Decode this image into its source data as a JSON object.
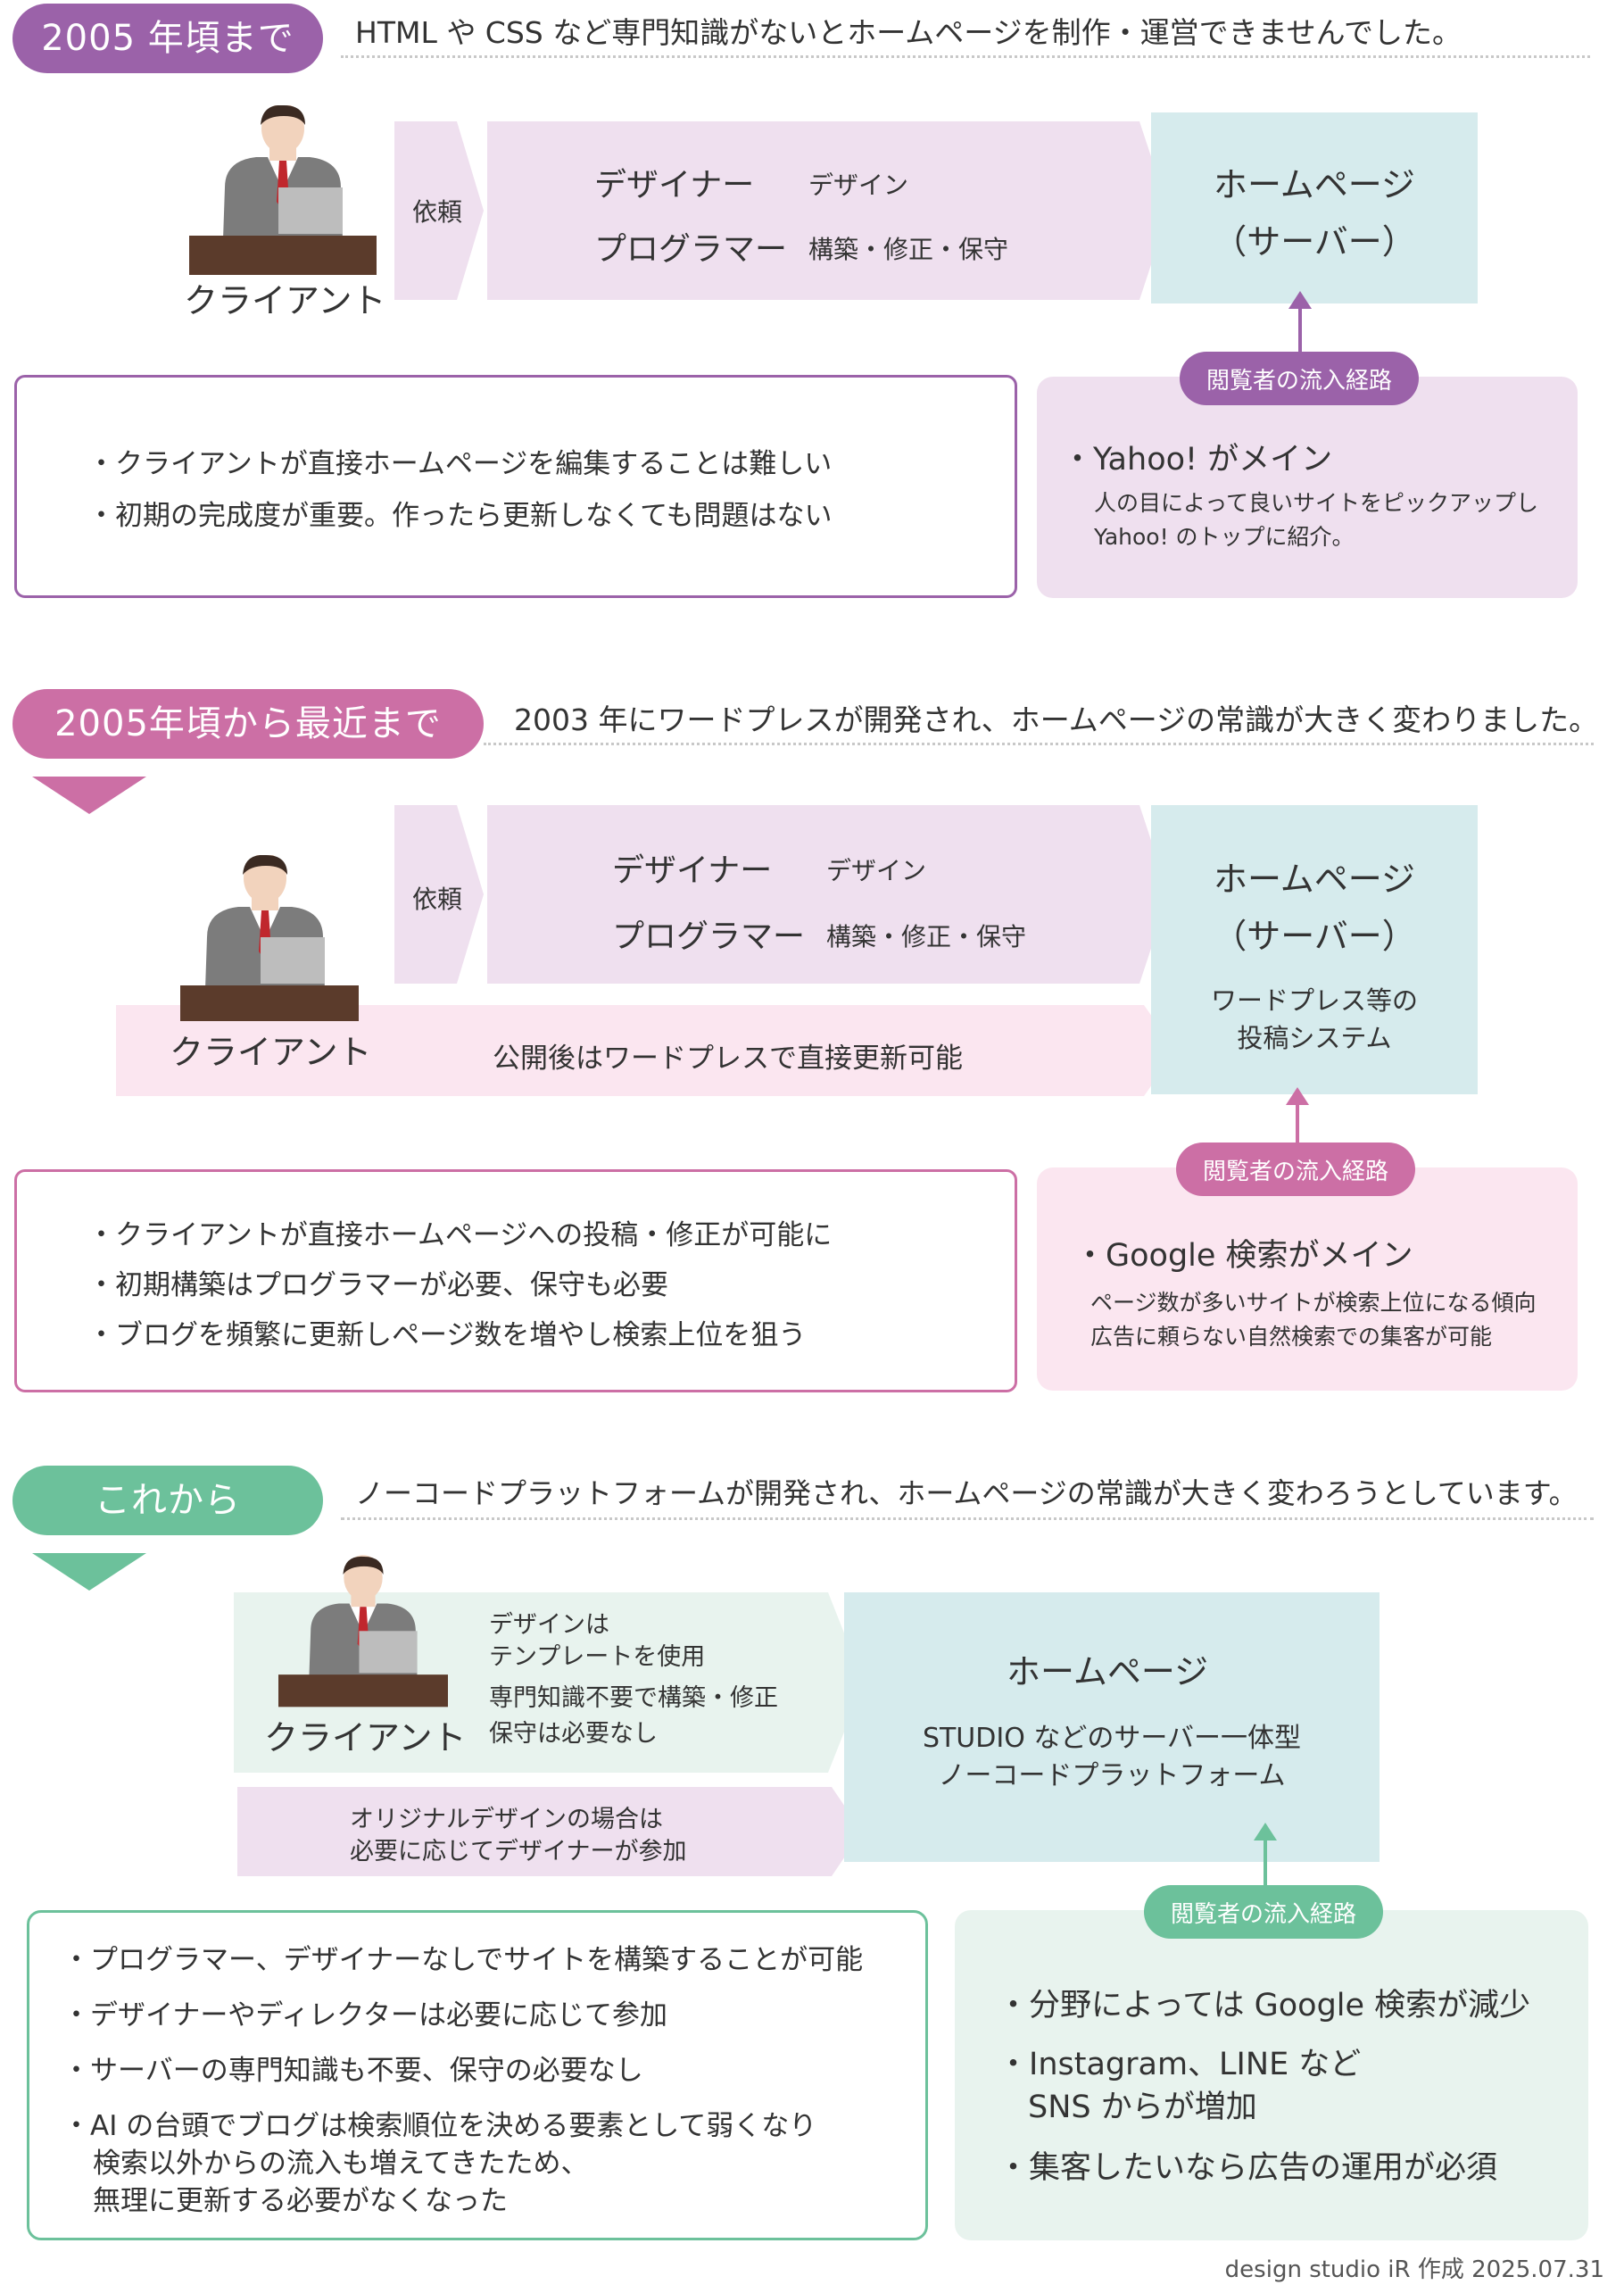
{
  "colors": {
    "purple": "#9b62a9",
    "pink": "#cc6fa5",
    "green": "#6cc19b",
    "lavender_fill": "#efe0ef",
    "pink_fill": "#fbe6f0",
    "green_fill": "#e8f3ee",
    "blue_fill": "#d6ebed"
  },
  "section1": {
    "period": "2005 年頃まで",
    "headline": "HTML や CSS など専門知識がないとホームページを制作・運営できませんでした。",
    "client": "クライアント",
    "request": "依頼",
    "designer": "デザイナー",
    "designer_role": "デザイン",
    "programmer": "プログラマー",
    "programmer_role": "構築・修正・保守",
    "homepage": "ホームページ",
    "server": "（サーバー）",
    "inflow_tag": "閲覧者の流入経路",
    "points": [
      "・クライアントが直接ホームページを編集することは難しい",
      "・初期の完成度が重要。作ったら更新しなくても問題はない"
    ],
    "traffic_title": "・Yahoo! がメイン",
    "traffic_desc": [
      "人の目によって良いサイトをピックアップし",
      "Yahoo! のトップに紹介。"
    ]
  },
  "section2": {
    "period": "2005年頃から最近まで",
    "headline": "2003 年にワードプレスが開発され、ホームページの常識が大きく変わりました。",
    "client": "クライアント",
    "request": "依頼",
    "designer": "デザイナー",
    "designer_role": "デザイン",
    "programmer": "プログラマー",
    "programmer_role": "構築・修正・保守",
    "homepage": "ホームページ",
    "server": "（サーバー）",
    "cms": [
      "ワードプレス等の",
      "投稿システム"
    ],
    "direct_update": "公開後はワードプレスで直接更新可能",
    "inflow_tag": "閲覧者の流入経路",
    "points": [
      "・クライアントが直接ホームページへの投稿・修正が可能に",
      "・初期構築はプログラマーが必要、保守も必要",
      "・ブログを頻繁に更新しページ数を増やし検索上位を狙う"
    ],
    "traffic_title": "・Google 検索がメイン",
    "traffic_desc": [
      "ページ数が多いサイトが検索上位になる傾向",
      "広告に頼らない自然検索での集客が可能"
    ]
  },
  "section3": {
    "period": "これから",
    "headline": "ノーコードプラットフォームが開発され、ホームページの常識が大きく変わろうとしています。",
    "client": "クライアント",
    "template_lines": [
      "デザインは",
      "テンプレートを使用"
    ],
    "nocode_lines": [
      "専門知識不要で構築・修正",
      "保守は必要なし"
    ],
    "designer_note": [
      "オリジナルデザインの場合は",
      "必要に応じてデザイナーが参加"
    ],
    "homepage": "ホームページ",
    "platform": [
      "STUDIO などのサーバー一体型",
      "ノーコードプラットフォーム"
    ],
    "inflow_tag": "閲覧者の流入経路",
    "points": [
      "・プログラマー、デザイナーなしでサイトを構築することが可能",
      "・デザイナーやディレクターは必要に応じて参加",
      "・サーバーの専門知識も不要、保守の必要なし",
      "・AI の台頭でブログは検索順位を決める要素として弱くなり",
      "検索以外からの流入も増えてきたため、",
      "無理に更新する必要がなくなった"
    ],
    "traffic": [
      "・分野によっては Google 検索が減少",
      "・Instagram、LINE など",
      "SNS からが増加",
      "・集客したいなら広告の運用が必須"
    ]
  },
  "footer": "design studio iR 作成 2025.07.31"
}
